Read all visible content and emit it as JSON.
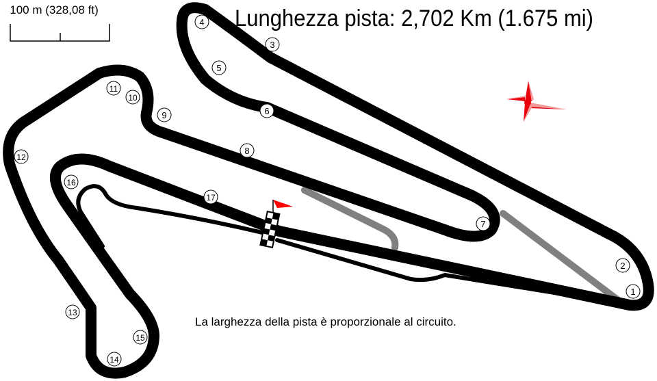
{
  "title": "Lunghezza pista: 2,702 Km (1.675 mi)",
  "scale": {
    "label": "100 m (328,08 ft)"
  },
  "note": "La larghezza della pista è proporzionale al circuito.",
  "colors": {
    "track": "#000000",
    "pit_lane": "#808080",
    "flag": "#ff0000",
    "compass_dark": "#e8000b",
    "compass_light": "#f59a9a"
  },
  "turns": [
    "1",
    "2",
    "3",
    "4",
    "5",
    "6",
    "7",
    "8",
    "9",
    "10",
    "11",
    "12",
    "13",
    "14",
    "15",
    "16",
    "17"
  ]
}
